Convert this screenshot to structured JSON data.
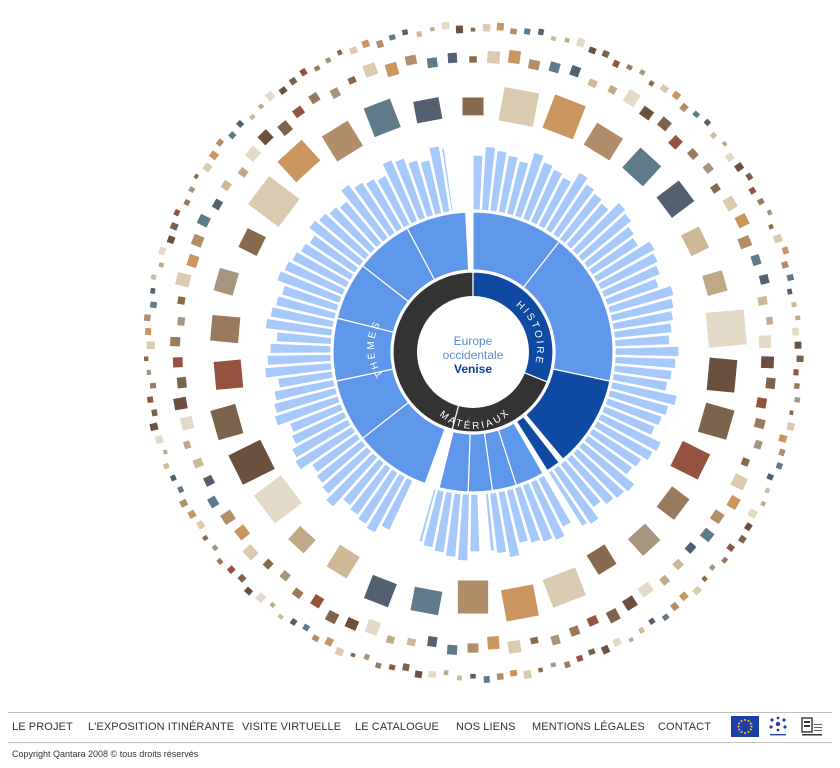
{
  "wheel": {
    "center_line1": "Europe",
    "center_line2": "occidentale",
    "center_line3": "Venise",
    "ring_labels": {
      "themes": "THÈMES",
      "histoire": "HISTOIRE",
      "materiaux": "MATÉRIAUX"
    },
    "colors": {
      "dark_ring": "#333333",
      "histoire_band": "#0e4aa1",
      "mid_blue": "#5f97ea",
      "light_blue": "#a6c8fa",
      "center_text": "#5b8fd4",
      "center_text_strong": "#0b3f91"
    }
  },
  "footer": {
    "nav": [
      {
        "label": "LE PROJET"
      },
      {
        "label": "L'EXPOSITION ITINÉRANTE"
      },
      {
        "label": "VISITE VIRTUELLE"
      },
      {
        "label": "LE CATALOGUE"
      },
      {
        "label": "NOS LIENS"
      },
      {
        "label": "MENTIONS LÉGALES"
      },
      {
        "label": "CONTACT"
      }
    ],
    "logos": [
      "eu-flag-icon",
      "euromed-icon",
      "institution-icon"
    ],
    "copyright": "Copyright Qantara 2008 © tous droits réservés"
  }
}
